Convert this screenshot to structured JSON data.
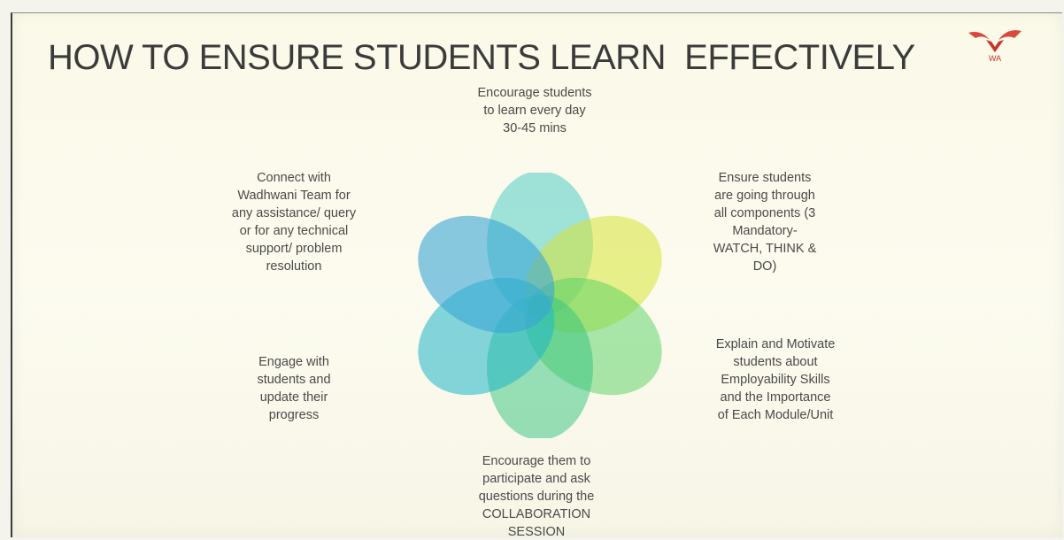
{
  "slide": {
    "title": "HOW TO ENSURE STUDENTS LEARN  EFFECTIVELY",
    "logo_text": "WA",
    "items": [
      "Encourage students\nto learn every day\n30-45 mins",
      "Ensure students\nare going through\nall components (3\nMandatory-\nWATCH, THINK &\nDO)",
      "Explain and Motivate\nstudents about\nEmployability Skills\nand the Importance\nof Each  Module/Unit",
      "Encourage them to\nparticipate and ask\nquestions during the\nCOLLABORATION\nSESSION",
      "Engage with\nstudents and\nupdate their\nprogress",
      "Connect with\nWadhwani Team for\nany assistance/ query\nor for any technical\nsupport/ problem\nresolution"
    ]
  },
  "colors": {
    "title": "#3b3b3b",
    "text": "#4a4a4a",
    "logo": "#c8322a",
    "petals": [
      "#2fc7cf",
      "#d8e93a",
      "#55d66a",
      "#33c98a",
      "#1fb9d8",
      "#3aa8e4"
    ]
  }
}
